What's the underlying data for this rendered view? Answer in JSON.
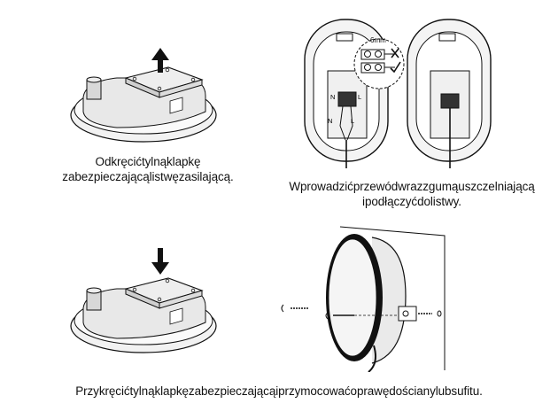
{
  "captions": {
    "step1": {
      "line1": "Odkręcićtylnąklapkę",
      "line2": "zabezpieczającąlistwęzasilającą."
    },
    "step2": {
      "line1": "Wprowadzićprzewódwrazzgumąuszczelniającą",
      "line2": "ipodłączyćdolistwy."
    },
    "step3": {
      "line1": "Przykręcićtylnąklapkęzabezpieczającąiprzymocowaćoprawędościanylubsufitu."
    }
  },
  "diagram_labels": {
    "strip_length": "6mm",
    "terminal_n": "N",
    "terminal_l": "L",
    "wire_n": "N",
    "wire_l": "L"
  }
}
